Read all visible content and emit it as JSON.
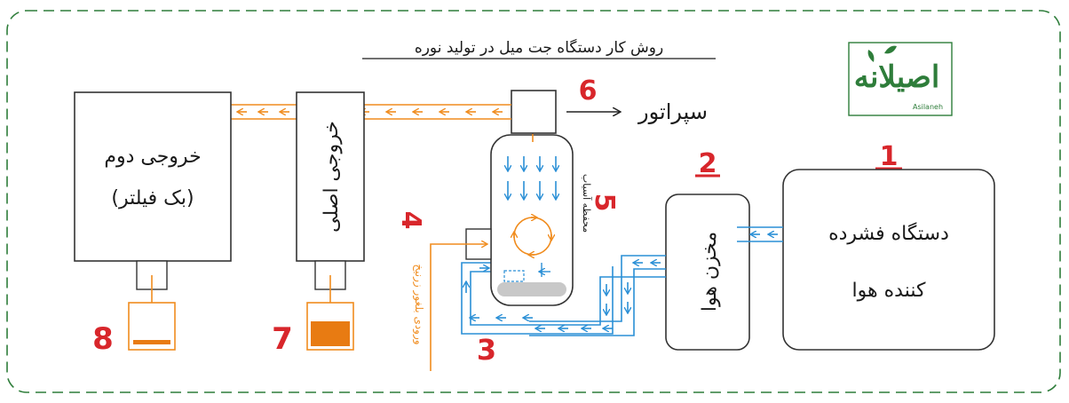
{
  "title": "روش کار دستگاه جت میل در تولید نوره",
  "logo": {
    "script": "اصیلانه",
    "latin": "Asilaneh",
    "color": "#2e7d3a"
  },
  "components": {
    "compressor": {
      "number": "1",
      "label_line1": "دستگاه فشرده",
      "label_line2": "کننده هوا"
    },
    "air_tank": {
      "number": "2",
      "label": "مخزن هوا"
    },
    "mill_chamber": {
      "number": "3"
    },
    "inlet": {
      "number": "4",
      "label": "ورودی بلغور زرنیخ"
    },
    "grinding_chamber": {
      "number": "5",
      "label": "محفظه آسیاب"
    },
    "separator": {
      "number": "6",
      "label": "سپراتور"
    },
    "main_output": {
      "number": "7",
      "label": "خروجی اصلی"
    },
    "second_output": {
      "number": "8",
      "label_line1": "خروجی دوم",
      "label_line2": "(بک فیلتر)"
    }
  },
  "colors": {
    "border": "#2e7d3a",
    "box_stroke": "#333333",
    "air_flow": "#2a8fd6",
    "material_flow": "#f08c1e",
    "number_red": "#d8262b",
    "filling": "#e87b12"
  },
  "icons": {
    "arrow_right": "→"
  }
}
